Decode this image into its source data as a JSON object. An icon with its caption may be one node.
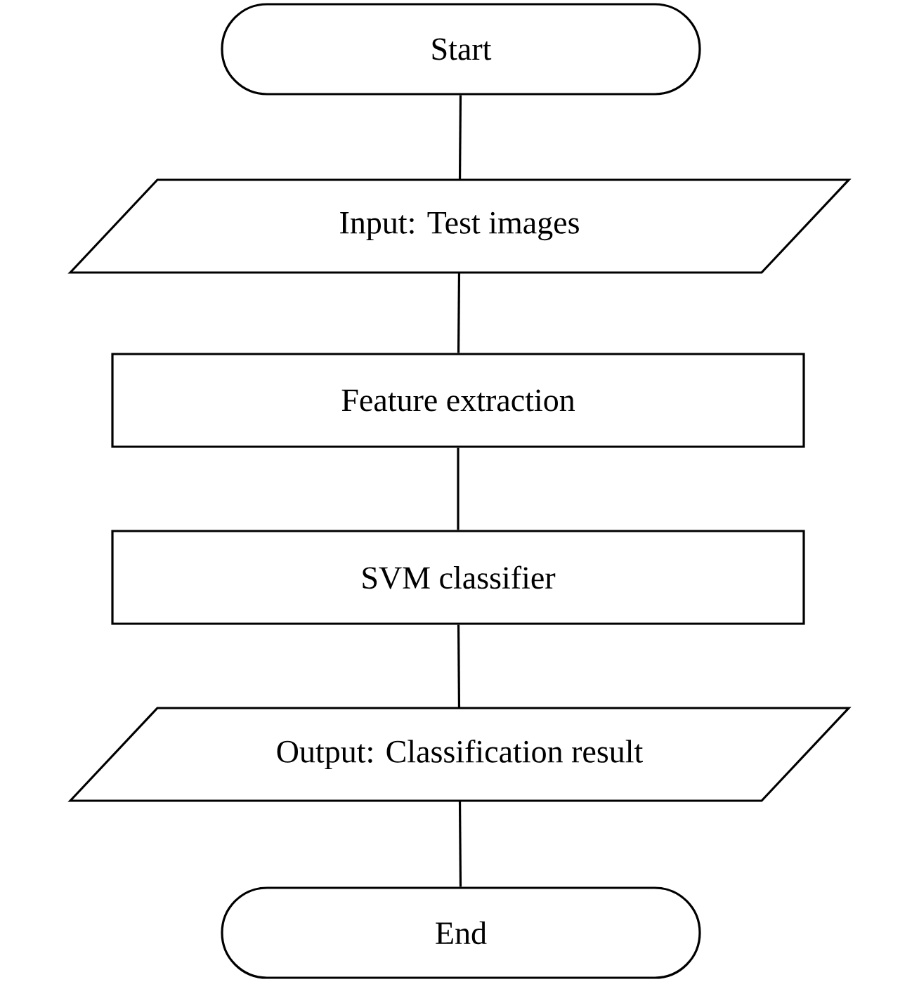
{
  "diagram": {
    "nodes": [
      {
        "text": [
          "Start"
        ]
      },
      {
        "text": [
          "Input: Test images"
        ]
      },
      {
        "text": [
          "Feature extraction"
        ]
      },
      {
        "text": [
          "SVM classifier"
        ]
      },
      {
        "text": [
          "Output: Classification result"
        ]
      },
      {
        "text": [
          "End"
        ]
      }
    ],
    "edges": [
      {
        "from": 0,
        "to": 1,
        "arrow": "none"
      },
      {
        "from": 1,
        "to": 2,
        "arrow": "none"
      },
      {
        "from": 2,
        "to": 3,
        "arrow": "none"
      },
      {
        "from": 3,
        "to": 4,
        "arrow": "none"
      },
      {
        "from": 4,
        "to": 5,
        "arrow": "none"
      }
    ]
  }
}
